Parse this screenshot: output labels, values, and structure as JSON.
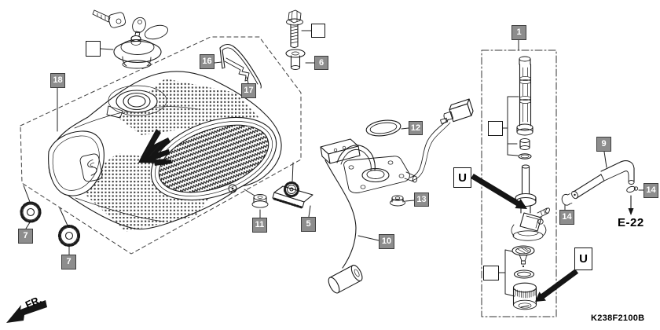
{
  "diagram": {
    "catalog_code": "K238F2100B",
    "front_direction_label": "FR.",
    "cross_reference": "E-22"
  },
  "callouts": {
    "c1": "1",
    "c5": "5",
    "c6": "6",
    "c7a": "7",
    "c7b": "7",
    "c9": "9",
    "c10": "10",
    "c11": "11",
    "c12": "12",
    "c13": "13",
    "c14a": "14",
    "c14b": "14",
    "c16": "16",
    "c17": "17",
    "c18": "18",
    "u1": "U",
    "u2": "U"
  },
  "colors": {
    "callout_background": "#8d8d8d",
    "line_art": "#1a1a1a"
  }
}
